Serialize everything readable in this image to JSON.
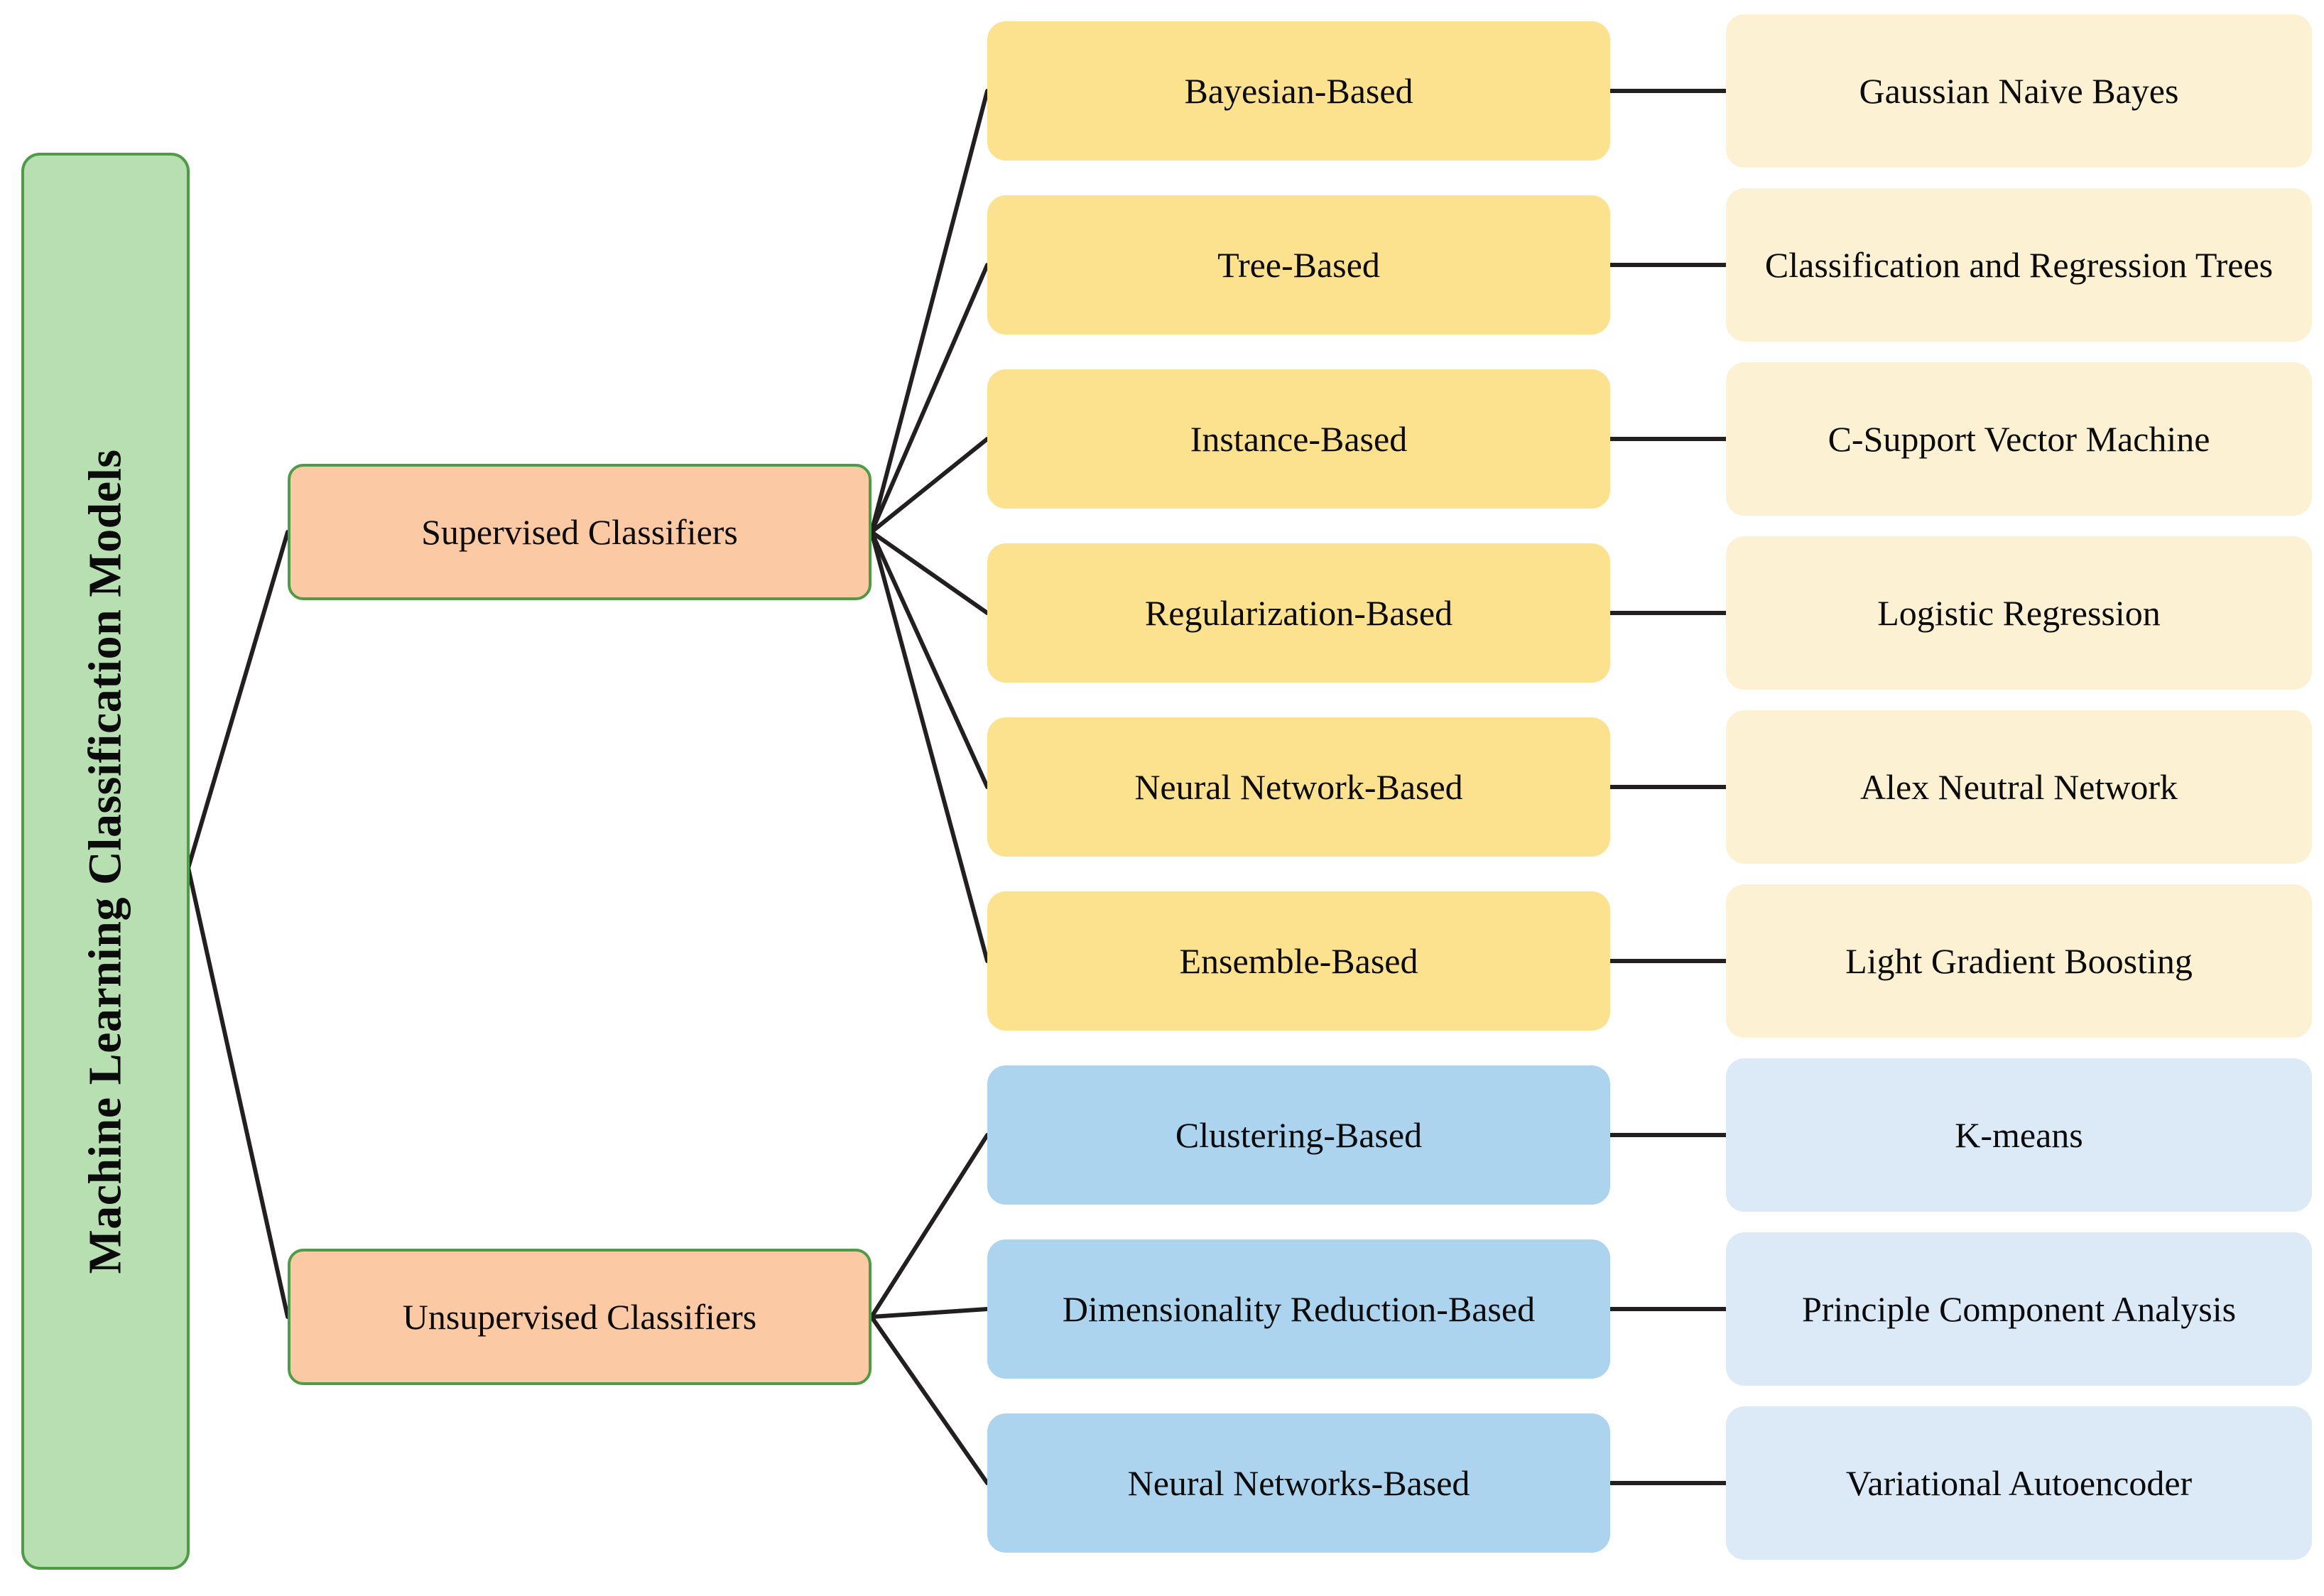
{
  "diagram": {
    "title": "Machine Learning Classification Models",
    "type": "hierarchy-tree",
    "colors": {
      "root_fill": "#b7dfb1",
      "root_border": "#4f9b47",
      "branch_fill": "#fbcaa4",
      "branch_border": "#4f9b47",
      "supervised_category_fill": "#fce28e",
      "supervised_algorithm_fill": "#fcf1d2",
      "unsupervised_category_fill": "#acd4ee",
      "unsupervised_algorithm_fill": "#dce9f7",
      "connector": "#231f20",
      "text": "#0b0b0b",
      "background": "#ffffff"
    },
    "root": {
      "label": "Machine Learning Classification Models"
    },
    "branches": [
      {
        "id": "supervised",
        "label": "Supervised Classifiers"
      },
      {
        "id": "unsupervised",
        "label": "Unsupervised Classifiers"
      }
    ],
    "rows": [
      {
        "branch": "supervised",
        "category": "Bayesian-Based",
        "algorithm": "Gaussian Naive Bayes"
      },
      {
        "branch": "supervised",
        "category": "Tree-Based",
        "algorithm": "Classification and Regression Trees"
      },
      {
        "branch": "supervised",
        "category": "Instance-Based",
        "algorithm": "C-Support Vector Machine"
      },
      {
        "branch": "supervised",
        "category": "Regularization-Based",
        "algorithm": "Logistic Regression"
      },
      {
        "branch": "supervised",
        "category": "Neural Network-Based",
        "algorithm": "Alex Neutral Network"
      },
      {
        "branch": "supervised",
        "category": "Ensemble-Based",
        "algorithm": "Light Gradient Boosting"
      },
      {
        "branch": "unsupervised",
        "category": "Clustering-Based",
        "algorithm": "K-means"
      },
      {
        "branch": "unsupervised",
        "category": "Dimensionality Reduction-Based",
        "algorithm": "Principle Component Analysis"
      },
      {
        "branch": "unsupervised",
        "category": "Neural Networks-Based",
        "algorithm": "Variational Autoencoder"
      }
    ]
  }
}
